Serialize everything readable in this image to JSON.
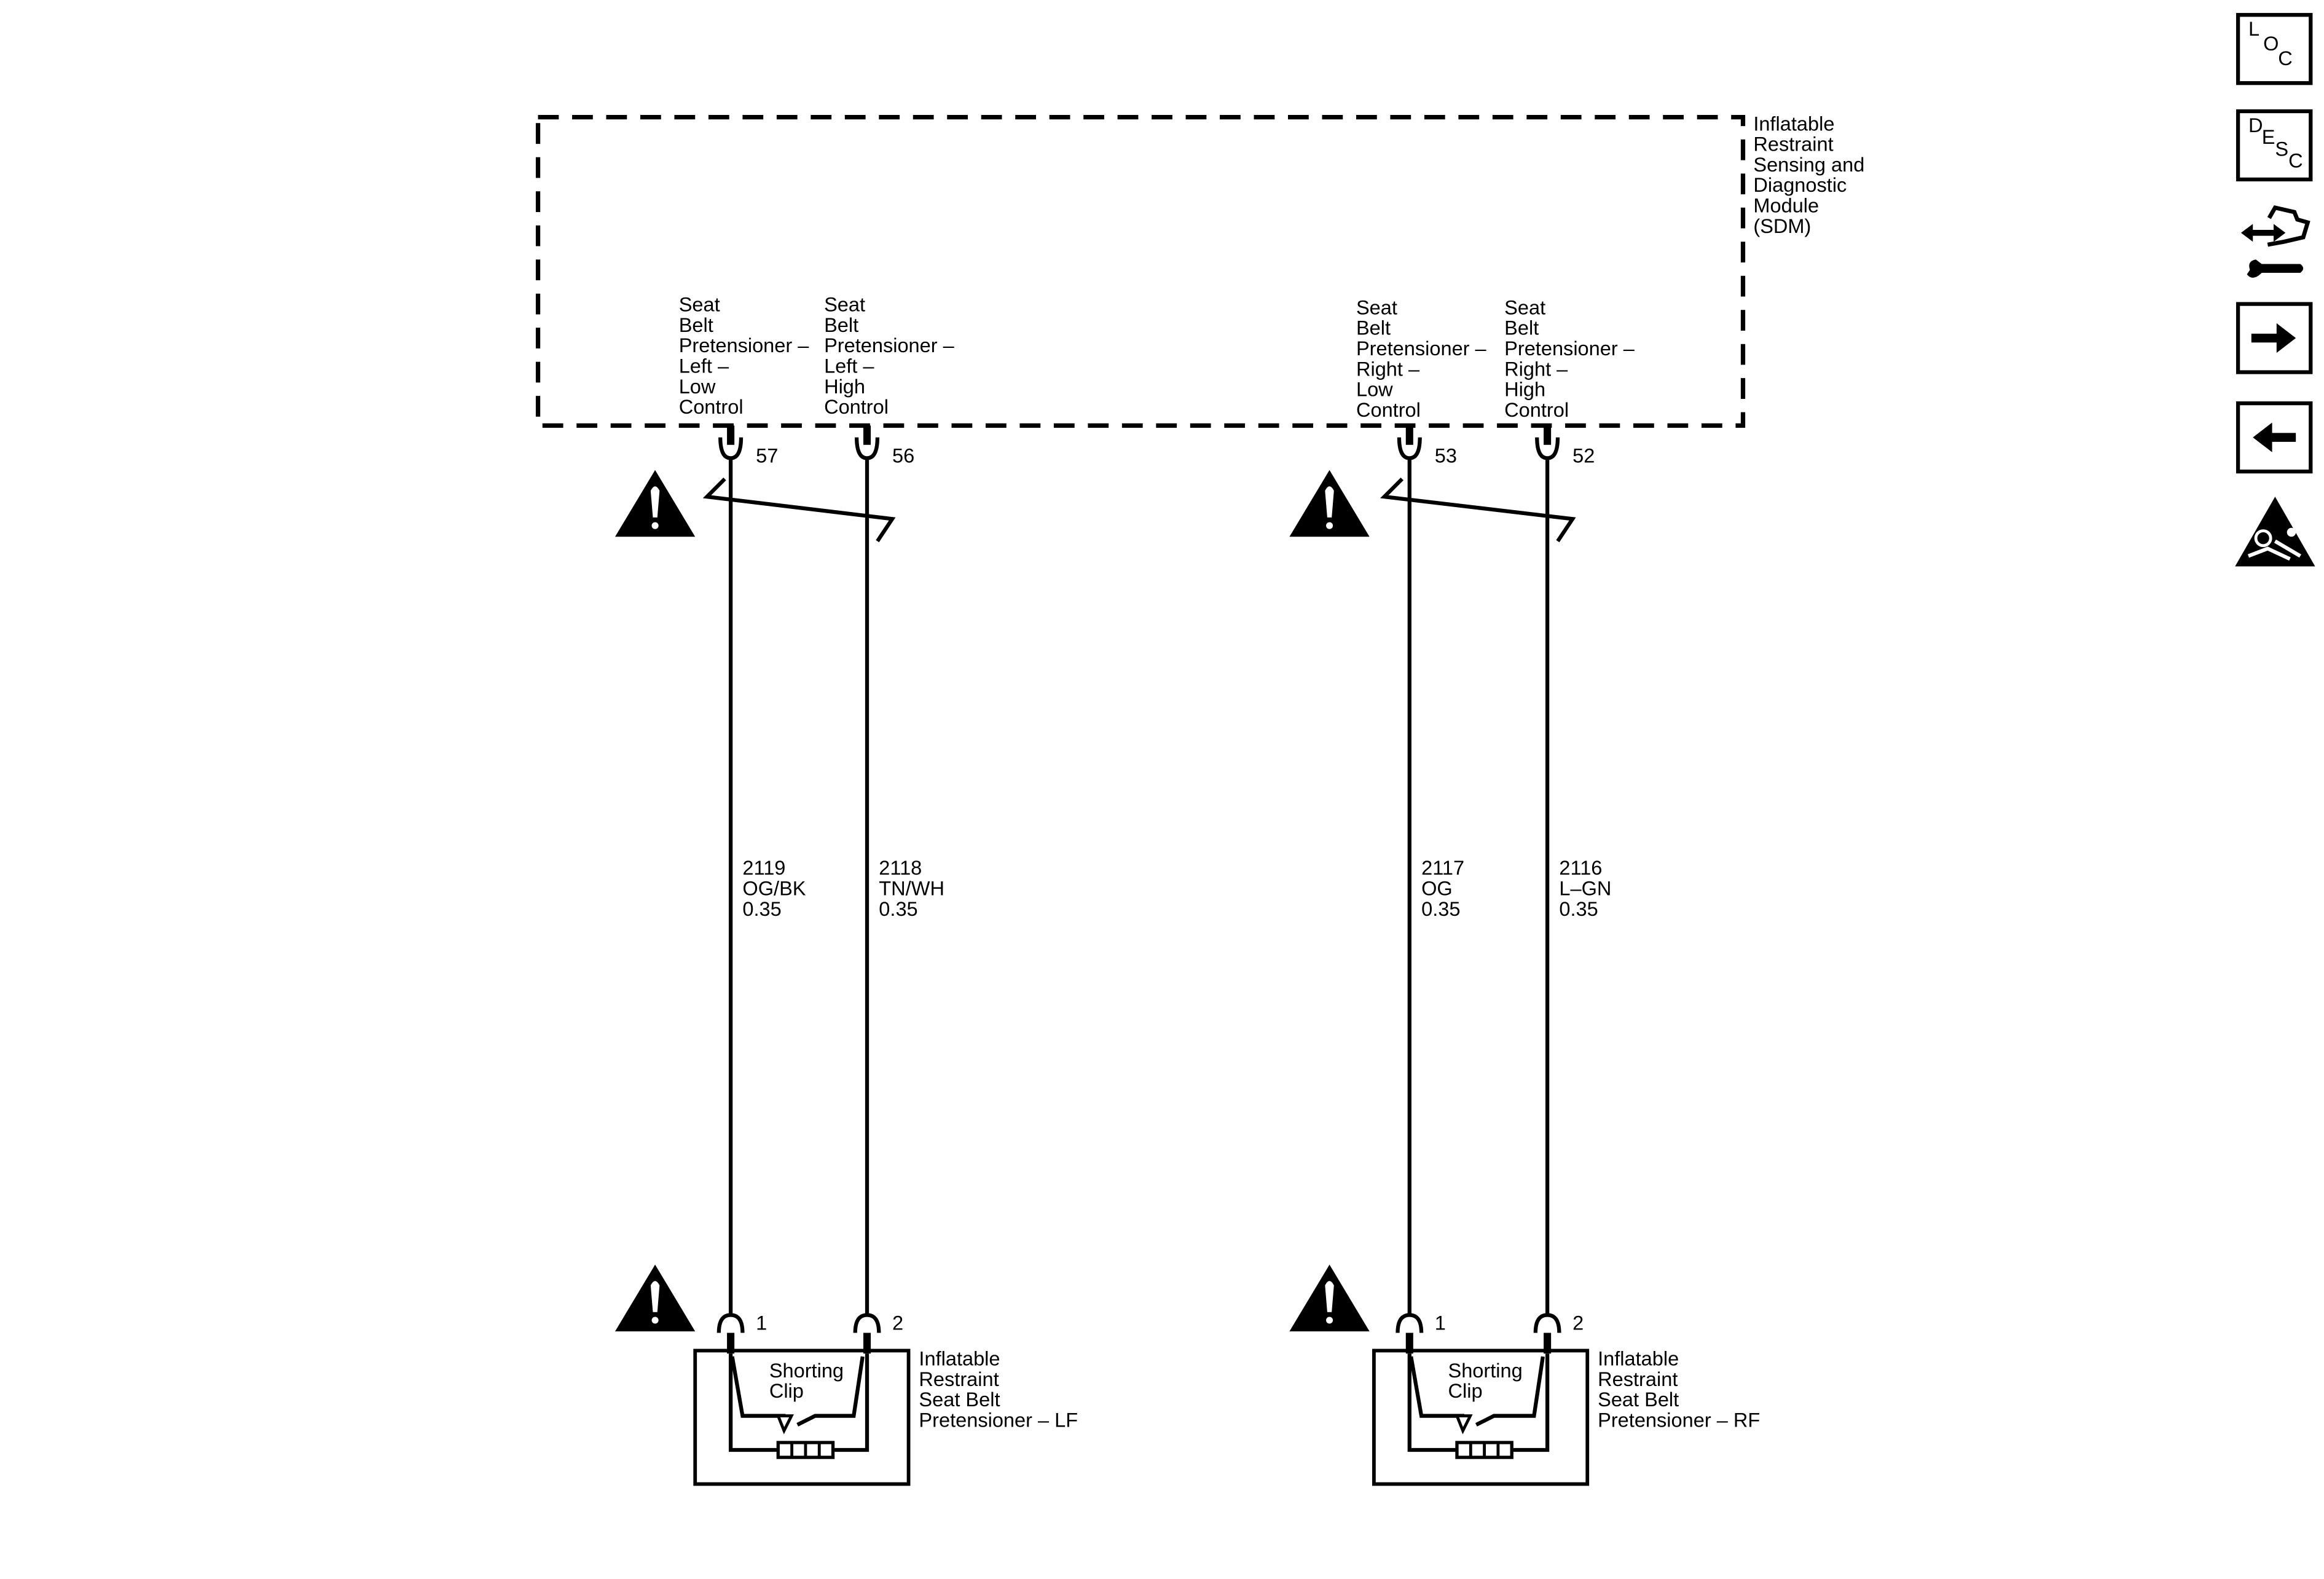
{
  "module": {
    "label_lines": [
      "Inflatable",
      "Restraint",
      "Sensing and",
      "Diagnostic",
      "Module",
      "(SDM)"
    ],
    "pins": [
      {
        "pin": "57",
        "label_lines": [
          "Seat",
          "Belt",
          "Pretensioner –",
          "Left –",
          "Low",
          "Control"
        ]
      },
      {
        "pin": "56",
        "label_lines": [
          "Seat",
          "Belt",
          "Pretensioner –",
          "Left –",
          "High",
          "Control"
        ]
      },
      {
        "pin": "53",
        "label_lines": [
          "Seat",
          "Belt",
          "Pretensioner –",
          "Right –",
          "Low",
          "Control"
        ]
      },
      {
        "pin": "52",
        "label_lines": [
          "Seat",
          "Belt",
          "Pretensioner –",
          "Right –",
          "High",
          "Control"
        ]
      }
    ]
  },
  "wires": [
    {
      "circuit": "2119",
      "color": "OG/BK",
      "gauge": "0.35"
    },
    {
      "circuit": "2118",
      "color": "TN/WH",
      "gauge": "0.35"
    },
    {
      "circuit": "2117",
      "color": "OG",
      "gauge": "0.35"
    },
    {
      "circuit": "2116",
      "color": "L–GN",
      "gauge": "0.35"
    }
  ],
  "components": [
    {
      "pins": [
        "1",
        "2"
      ],
      "clip_label_lines": [
        "Shorting",
        "Clip"
      ],
      "label_lines": [
        "Inflatable",
        "Restraint",
        "Seat Belt",
        "Pretensioner – LF"
      ]
    },
    {
      "pins": [
        "1",
        "2"
      ],
      "clip_label_lines": [
        "Shorting",
        "Clip"
      ],
      "label_lines": [
        "Inflatable",
        "Restraint",
        "Seat Belt",
        "Pretensioner – RF"
      ]
    }
  ],
  "side_icons": [
    {
      "name": "loc-icon",
      "letters": [
        "L",
        "O",
        "C"
      ]
    },
    {
      "name": "desc-icon",
      "letters": [
        "D",
        "E",
        "S",
        "C"
      ]
    },
    {
      "name": "connector-repair-icon"
    },
    {
      "name": "next-page-arrow-icon"
    },
    {
      "name": "previous-page-arrow-icon"
    },
    {
      "name": "airbag-warning-icon"
    }
  ],
  "warning_icon": "exclamation-triangle-icon"
}
